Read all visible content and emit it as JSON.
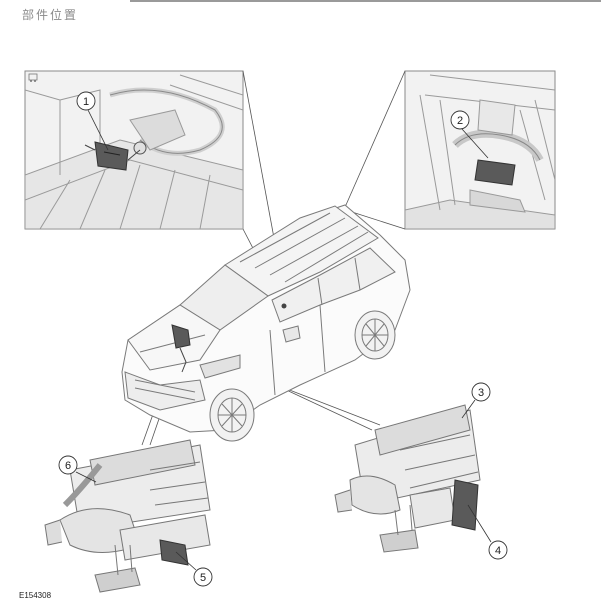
{
  "header": {
    "title": "部件位置"
  },
  "figure": {
    "id": "E154308"
  },
  "callouts": [
    {
      "label": "1"
    },
    {
      "label": "2"
    },
    {
      "label": "3"
    },
    {
      "label": "4"
    },
    {
      "label": "5"
    },
    {
      "label": "6"
    }
  ]
}
